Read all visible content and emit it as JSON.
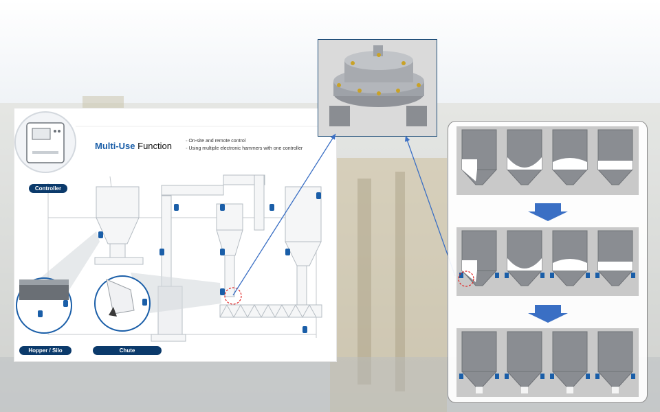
{
  "diagram": {
    "title_part1": "Multi-",
    "title_part2": "Use",
    "title_part3": " Function",
    "bullets": [
      "On-site and remote control",
      "Using multiple electronic hammers with one controller"
    ],
    "labels": {
      "controller": "Controller",
      "hopper": "Hopper / Silo",
      "chute": "Chute"
    }
  },
  "colors": {
    "accent": "#1a5ea8",
    "label_bg": "#0b3a6b",
    "arrow": "#3a6fc4",
    "highlight": "#e02020"
  },
  "icons": [
    "controller-icon",
    "hammer-icon",
    "arrow-down-icon"
  ]
}
